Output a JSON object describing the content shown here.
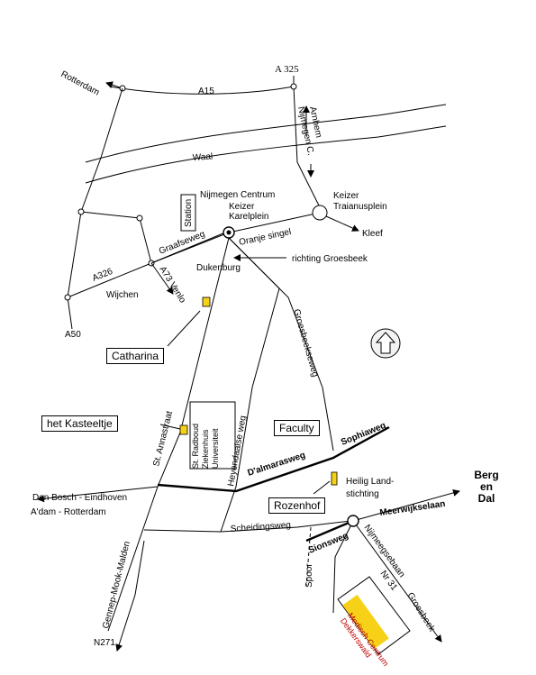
{
  "colors": {
    "marker": "#f7d117",
    "ink": "#000000"
  },
  "labels": {
    "rotterdam": "Rotterdam",
    "a325": "A 325",
    "a15": "A15",
    "arnhem": "Arnhem",
    "nijmegen_c": "Nijmegen C.",
    "waal": "Waal",
    "nijmegen_centrum": "Nijmegen Centrum",
    "keizer_karelplein": "Keizer\nKarelplein",
    "keizer_traianusplein": "Keizer\nTraianusplein",
    "station": "Station",
    "kleef": "Kleef",
    "graafseweg": "Graafseweg",
    "oranjesingel": "Oranje singel",
    "richting_groesbeek": "richting Groesbeek",
    "a326": "A326",
    "a73_venlo": "A73 Venlo",
    "dukenburg": "Dukenburg",
    "wijchen": "Wijchen",
    "a50": "A50",
    "groesbeekseweg": "Groesbeekseweg",
    "st_annastraat": "St. Annastraat",
    "st_radboud": "St. Radboud\nZiekenhuis\nUniversiteit",
    "heyendaalse_weg": "Heyendaalse weg",
    "sophiaweg": "Sophiaweg",
    "dalmarasweg": "D'almarasweg",
    "heilig_land": "Heilig Land-\nstichting",
    "berg_en_dal": "Berg\nen\nDal",
    "meerwijkselaan": "Meerwijkselaan",
    "den_bosch": "Den Bosch - Eindhoven",
    "adam_rotterdam": "A'dam - Rotterdam",
    "scheidingsweg": "Scheidingsweg",
    "sionsweg": "Sionsweg",
    "nijmeegsebaan": "Nijmeegsebaan",
    "nr31": "Nr 31",
    "spoor": "Spoor",
    "groesbeek": "Groesbeek",
    "gennep": "Gennep-Mook-Malden",
    "n271": "N271",
    "medisch_centrum": "Medisch Centrum\nDekkerswald"
  },
  "boxes": {
    "catharina": "Catharina",
    "kasteeltje": "het Kasteeltje",
    "faculty": "Faculty",
    "rozenhof": "Rozenhof"
  },
  "icons": {
    "north": "north-arrow-icon"
  }
}
